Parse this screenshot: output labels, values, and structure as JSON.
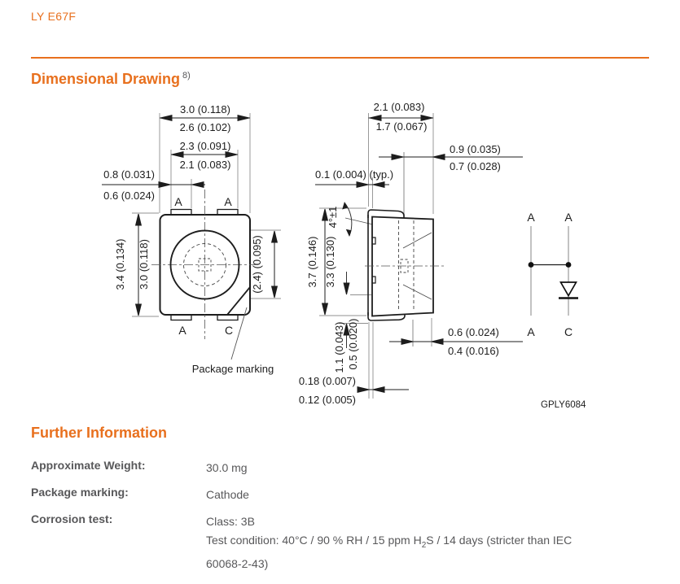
{
  "page": {
    "part_number": "LY E67F"
  },
  "dimensional_drawing": {
    "title": "Dimensional Drawing",
    "footnote_ref": "8)",
    "figure_code": "GPLY6084",
    "front_view": {
      "dim_body_width_max": "3.0 (0.118)",
      "dim_body_width_min": "2.6 (0.102)",
      "dim_pad_span_max": "2.3 (0.091)",
      "dim_pad_span_min": "2.1 (0.083)",
      "dim_pad_width_max": "0.8 (0.031)",
      "dim_pad_width_min": "0.6 (0.024)",
      "dim_body_height_max": "3.4 (0.134)",
      "dim_body_height_min": "3.0 (0.118)",
      "dim_lens_diameter": "(2.4) (0.095)",
      "pad_labels": {
        "top_left": "A",
        "top_right": "A",
        "bottom_left": "A",
        "bottom_right": "C"
      },
      "callout": "Package marking"
    },
    "side_view": {
      "dim_depth_max": "2.1 (0.083)",
      "dim_depth_min": "1.7 (0.067)",
      "dim_lens_offset_max": "0.9 (0.035)",
      "dim_lens_offset_min": "0.7 (0.028)",
      "dim_lead_thickness": "0.1 (0.004) (typ.)",
      "dim_draft_angle": "4°±1",
      "dim_height_max": "3.7 (0.146)",
      "dim_height_min": "3.3 (0.130)",
      "dim_lead_upper_max": "1.1 (0.043)",
      "dim_lead_upper_min": "0.5 (0.020)",
      "dim_lead_tip_max": "0.18 (0.007)",
      "dim_lead_tip_min": "0.12 (0.005)",
      "dim_foot_max": "0.6 (0.024)",
      "dim_foot_min": "0.4 (0.016)"
    },
    "schematic": {
      "pin_top_left": "A",
      "pin_top_right": "A",
      "pin_bottom_left": "A",
      "pin_bottom_right": "C"
    }
  },
  "further_information": {
    "title": "Further Information",
    "weight_label": "Approximate Weight:",
    "weight_value": "30.0 mg",
    "marking_label": "Package marking:",
    "marking_value": "Cathode",
    "corrosion_label": "Corrosion test:",
    "corrosion_class": "Class: 3B",
    "corrosion_condition_pre": "Test condition: 40°C / 90 % RH / 15 ppm H",
    "corrosion_condition_sub": "2",
    "corrosion_condition_post": "S / 14 days (stricter than IEC",
    "corrosion_condition_line2": "60068-2-43)"
  },
  "colors": {
    "accent_orange": "#E8701E",
    "body_text_gray": "#58585A",
    "drawing_line": "#1D1D1D"
  }
}
